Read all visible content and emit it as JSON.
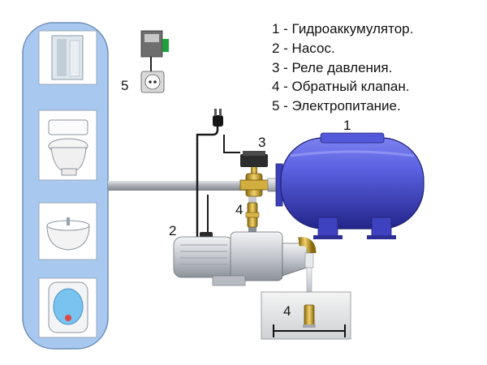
{
  "legend": {
    "items": [
      "1 - Гидроаккумулятор.",
      "2 - Насос.",
      "3 - Реле давления.",
      "4 - Обратный клапан.",
      "5 - Электропитание."
    ]
  },
  "callouts": {
    "accumulator": "1",
    "pump": "2",
    "pressure_switch": "3",
    "check_valve_top": "4",
    "check_valve_well": "4",
    "power_supply": "5"
  },
  "colors": {
    "panel": "#a8c8ef",
    "tank": "#4a4fd0",
    "pipe": "#b9bcc2",
    "brass": "#c9a227",
    "pump_body": "#c8ccd2"
  }
}
